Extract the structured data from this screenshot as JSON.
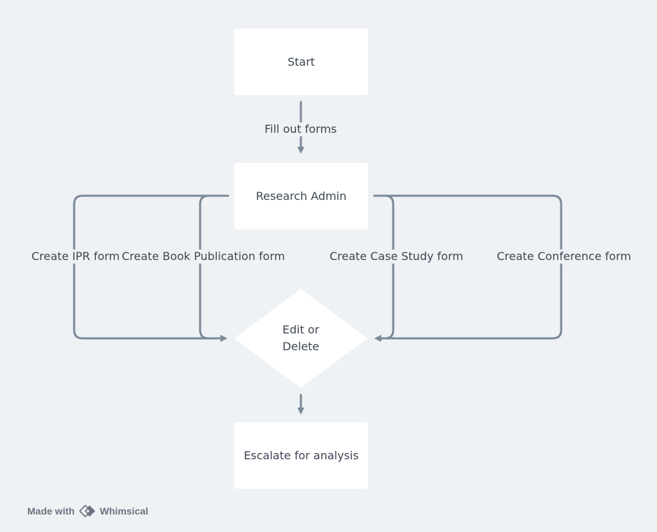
{
  "diagram": {
    "nodes": {
      "start": "Start",
      "research_admin": "Research Admin",
      "decision_line1": "Edit or",
      "decision_line2": "Delete",
      "escalate": "Escalate for analysis"
    },
    "edges": {
      "fill_out_forms": "Fill out forms",
      "create_ipr": "Create IPR form",
      "create_book": "Create Book Publication form",
      "create_case_study": "Create Case Study form",
      "create_conference": "Create Conference form"
    },
    "colors": {
      "background": "#eff2f5",
      "node_fill": "#ffffff",
      "connector": "#7c8a99",
      "text": "#3d4653"
    }
  },
  "watermark": {
    "prefix": "Made with",
    "brand": "Whimsical"
  }
}
